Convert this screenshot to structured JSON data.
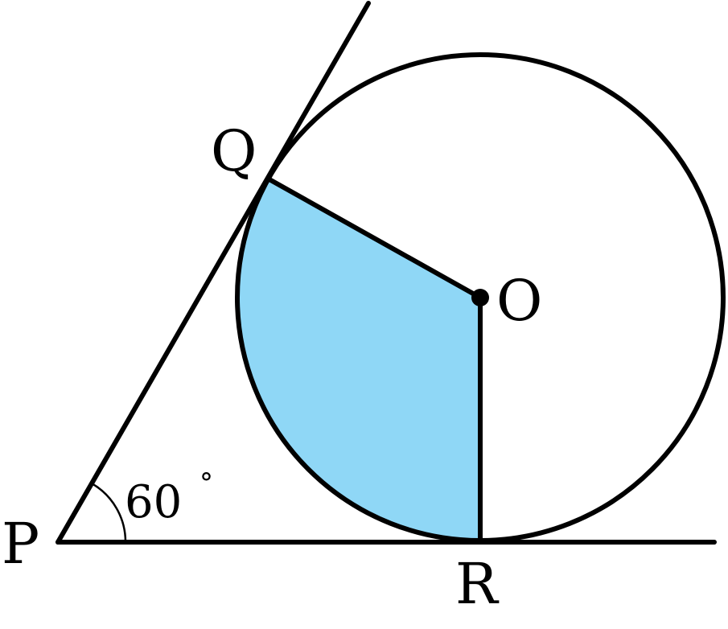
{
  "diagram": {
    "labels": {
      "p": "P",
      "q": "Q",
      "o": "O",
      "r": "R"
    },
    "angle_at_p": {
      "value": "60",
      "unit": "°"
    },
    "colors": {
      "shaded_sector": "#8fd7f6",
      "stroke": "#000000"
    }
  }
}
